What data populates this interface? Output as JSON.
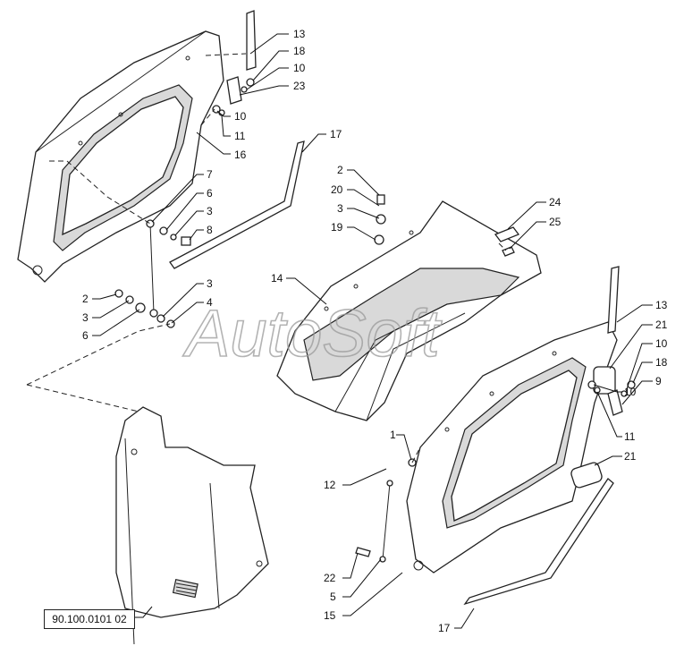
{
  "diagram": {
    "watermark": "AutoSoft",
    "reference_code": "90.100.0101 02",
    "callouts": {
      "n13_top": "13",
      "n18_top": "18",
      "n10_top": "10",
      "n23": "23",
      "n10_top_b": "10",
      "n11_top": "11",
      "n16": "16",
      "n17_top": "17",
      "n7": "7",
      "n6_top": "6",
      "n3_top": "3",
      "n8": "8",
      "n2_left": "2",
      "n3_left": "3",
      "n6_left": "6",
      "n3_mid": "3",
      "n4": "4",
      "n2_center": "2",
      "n20": "20",
      "n3_center": "3",
      "n19": "19",
      "n14": "14",
      "n24": "24",
      "n25": "25",
      "n13_right": "13",
      "n21_top": "21",
      "n10_right": "10",
      "n18_right": "18",
      "n9": "9",
      "n10_right_b": "10",
      "n11_right": "11",
      "n21_bottom": "21",
      "n1": "1",
      "n12": "12",
      "n22": "22",
      "n5": "5",
      "n15": "15",
      "n17_bottom": "17"
    }
  }
}
